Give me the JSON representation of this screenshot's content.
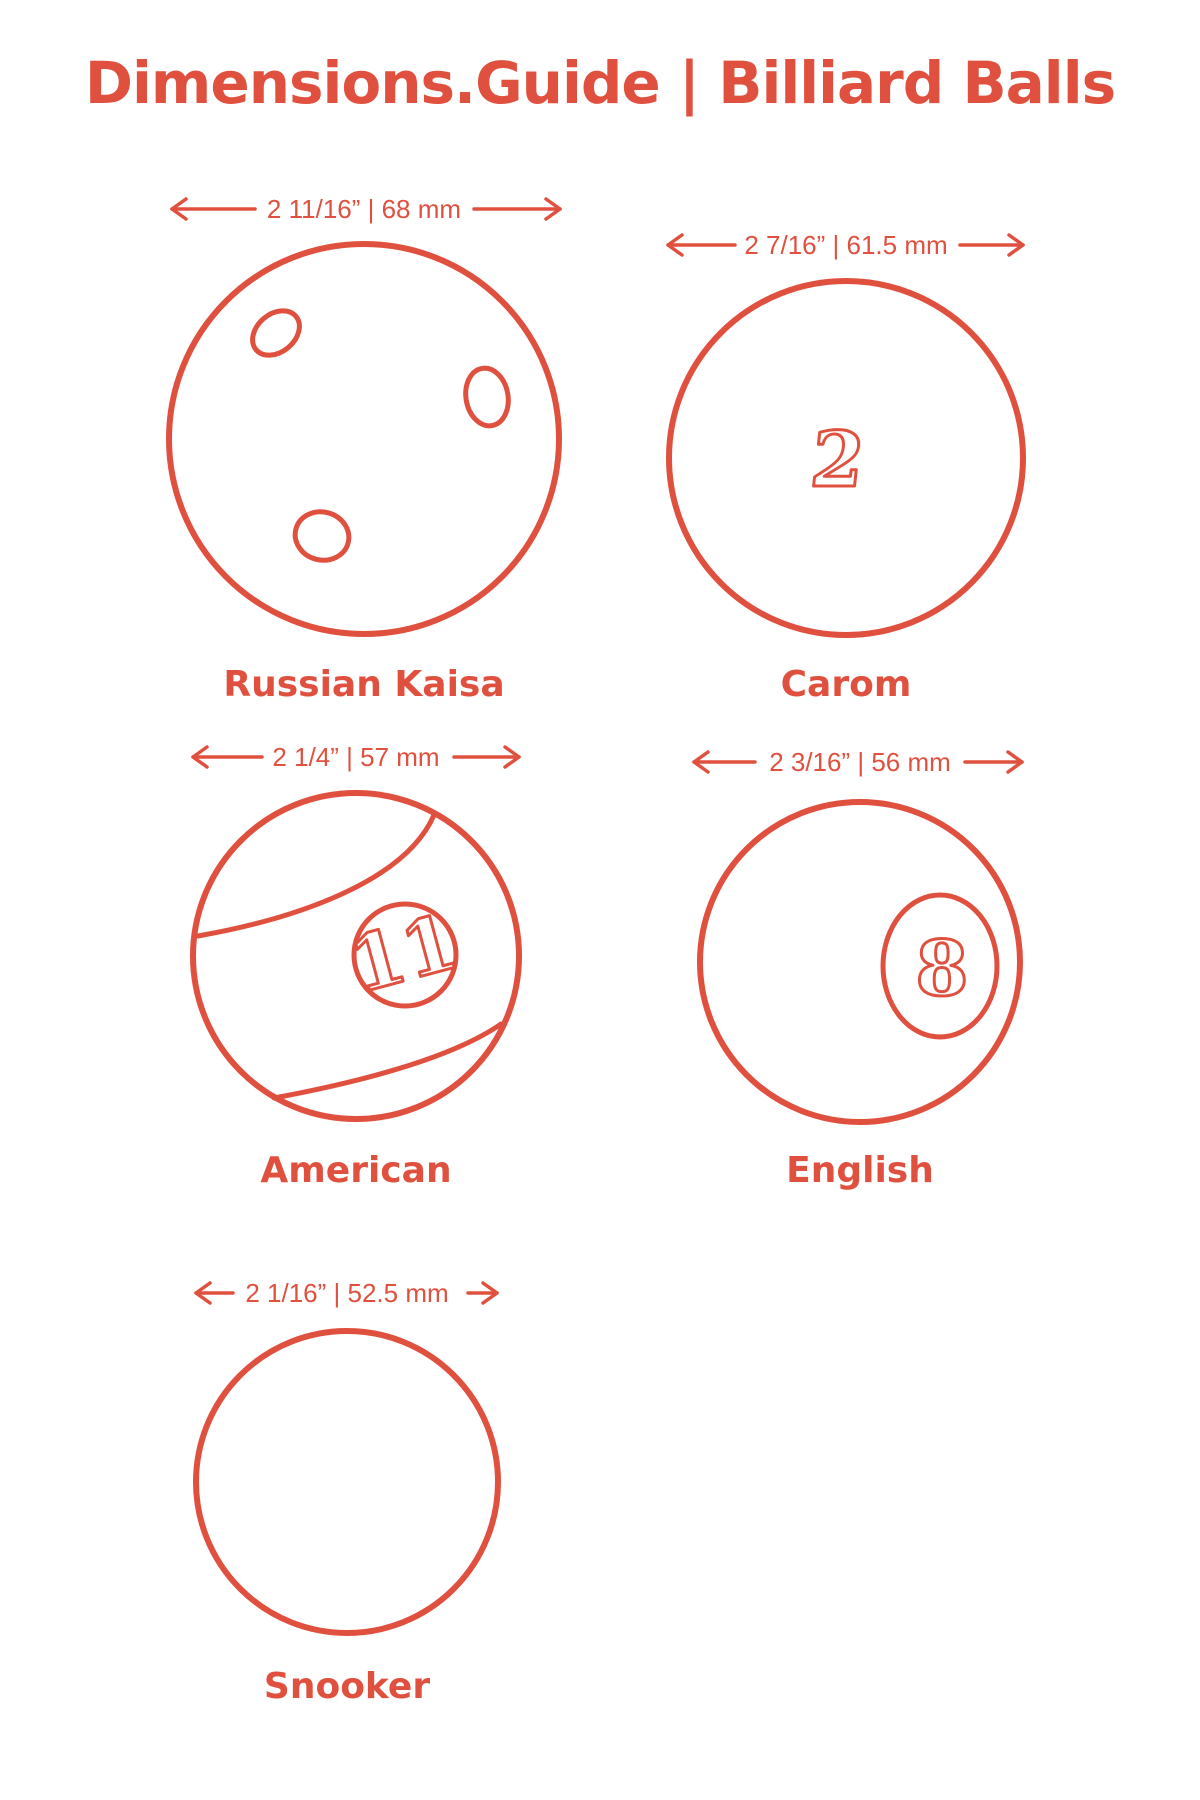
{
  "title": "Dimensions.Guide | Billiard Balls",
  "colors": {
    "accent": "#e0503f",
    "background": "#ffffff"
  },
  "balls": [
    {
      "name": "Russian Kaisa",
      "dimension_label": "2 11/16” | 68 mm",
      "diameter_in": "2 11/16”",
      "diameter_mm": 68,
      "marking": "three-spots"
    },
    {
      "name": "Carom",
      "dimension_label": "2 7/16” | 61.5 mm",
      "diameter_in": "2 7/16”",
      "diameter_mm": 61.5,
      "marking": "number",
      "number": "2"
    },
    {
      "name": "American",
      "dimension_label": "2 1/4” | 57 mm",
      "diameter_in": "2 1/4”",
      "diameter_mm": 57,
      "marking": "stripe-number",
      "number": "11"
    },
    {
      "name": "English",
      "dimension_label": "2 3/16” | 56 mm",
      "diameter_in": "2 3/16”",
      "diameter_mm": 56,
      "marking": "number-in-circle",
      "number": "8"
    },
    {
      "name": "Snooker",
      "dimension_label": "2 1/16” | 52.5 mm",
      "diameter_in": "2 1/16”",
      "diameter_mm": 52.5,
      "marking": "plain"
    }
  ],
  "icons": {
    "dimension_arrow": "double-headed-arrow-icon"
  }
}
